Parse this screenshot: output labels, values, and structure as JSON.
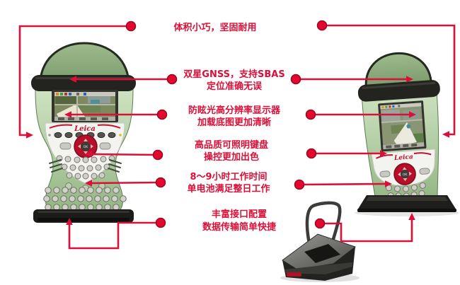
{
  "colors": {
    "accent_red": "#DB1038",
    "dot_red": "#E4082F",
    "dome_green": "#8CAB7D",
    "body_green": "#B7D2AA",
    "device_black": "#23241F"
  },
  "annotations": {
    "size": {
      "line1": "体积小巧，坚固耐用"
    },
    "gnss": {
      "line1": "双星GNSS，支持SBAS",
      "line2": "定位准确无误"
    },
    "display": {
      "line1": "防眩光高分辨率显示器",
      "line2": "加载底图更加清晰"
    },
    "keyboard": {
      "line1": "高品质可照明键盘",
      "line2": "操控更加出色"
    },
    "battery": {
      "line1": "8～9小时工作时间",
      "line2": "单电池满足整日工作"
    },
    "ports": {
      "line1": "丰富接口配置",
      "line2": "数据传输简单快捷"
    }
  },
  "device": {
    "brand": "Leica",
    "dpad_center_label": "OK"
  }
}
